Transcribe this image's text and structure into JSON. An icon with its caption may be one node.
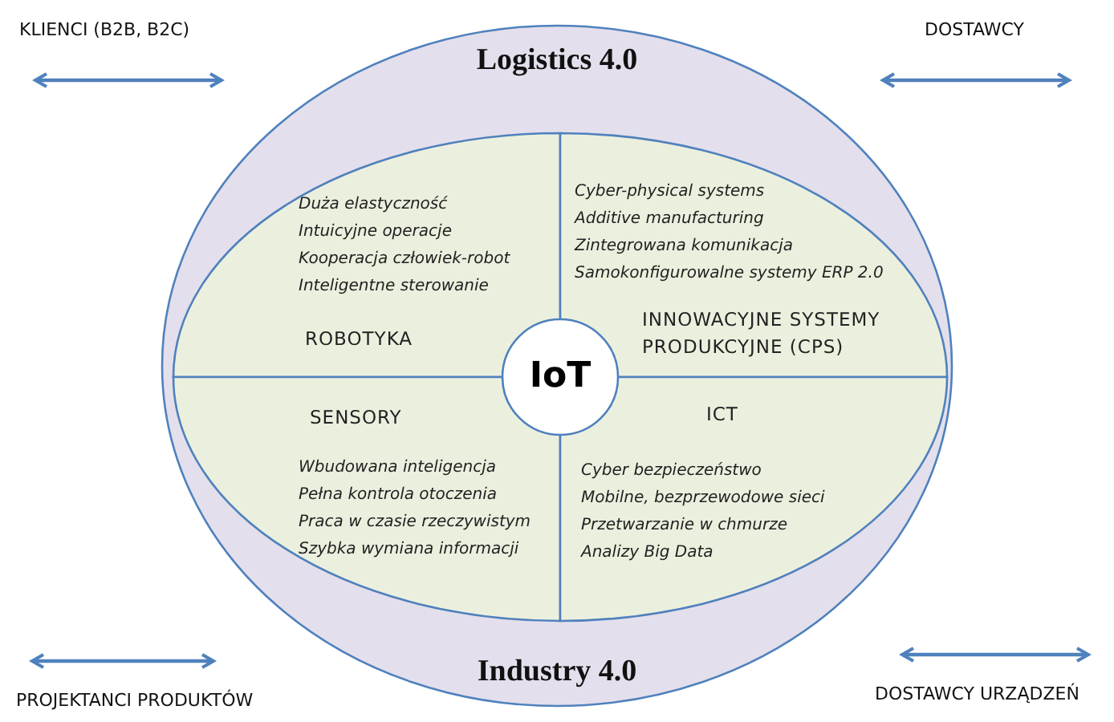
{
  "diagram": {
    "nodes": [
      {
        "text": [
          "Logistics 4.0",
          "Industry 4.0"
        ]
      },
      {
        "text": [],
        "shape": "ellipse",
        "in": 0
      },
      {
        "text": [
          "Duża elastyczność",
          "Intuicyjne operacje",
          "Kooperacja człowiek-robot",
          "Inteligentne sterowanie",
          "ROBOTYKA"
        ],
        "in": 1
      },
      {
        "text": [
          "Cyber-physical systems",
          "Additive manufacturing",
          "Zintegrowana komunikacja",
          "Samokonfigurowalne systemy ERP 2.0",
          "INNOWACYJNE SYSTEMY PRODUKCYJNE (CPS)"
        ],
        "in": 1
      },
      {
        "text": [
          "SENSORY",
          "Wbudowana inteligencja",
          "Pełna kontrola otoczenia",
          "Praca w czasie rzeczywistym",
          "Szybka wymiana informacji"
        ],
        "in": 1
      },
      {
        "text": [
          "ICT",
          "Cyber bezpieczeństwo",
          "Mobilne, bezprzewodowe sieci",
          "Przetwarzanie w chmurze",
          "Analizy Big Data"
        ],
        "in": 1
      },
      {
        "text": [
          "IoT"
        ],
        "in": 1
      }
    ],
    "edges": [],
    "labels": [
      "KLIENCI (B2B, B2C)",
      "DOSTAWCY",
      "PROJEKTANCI PRODUKTÓW",
      "DOSTAWCY URZĄDZEŃ"
    ]
  }
}
